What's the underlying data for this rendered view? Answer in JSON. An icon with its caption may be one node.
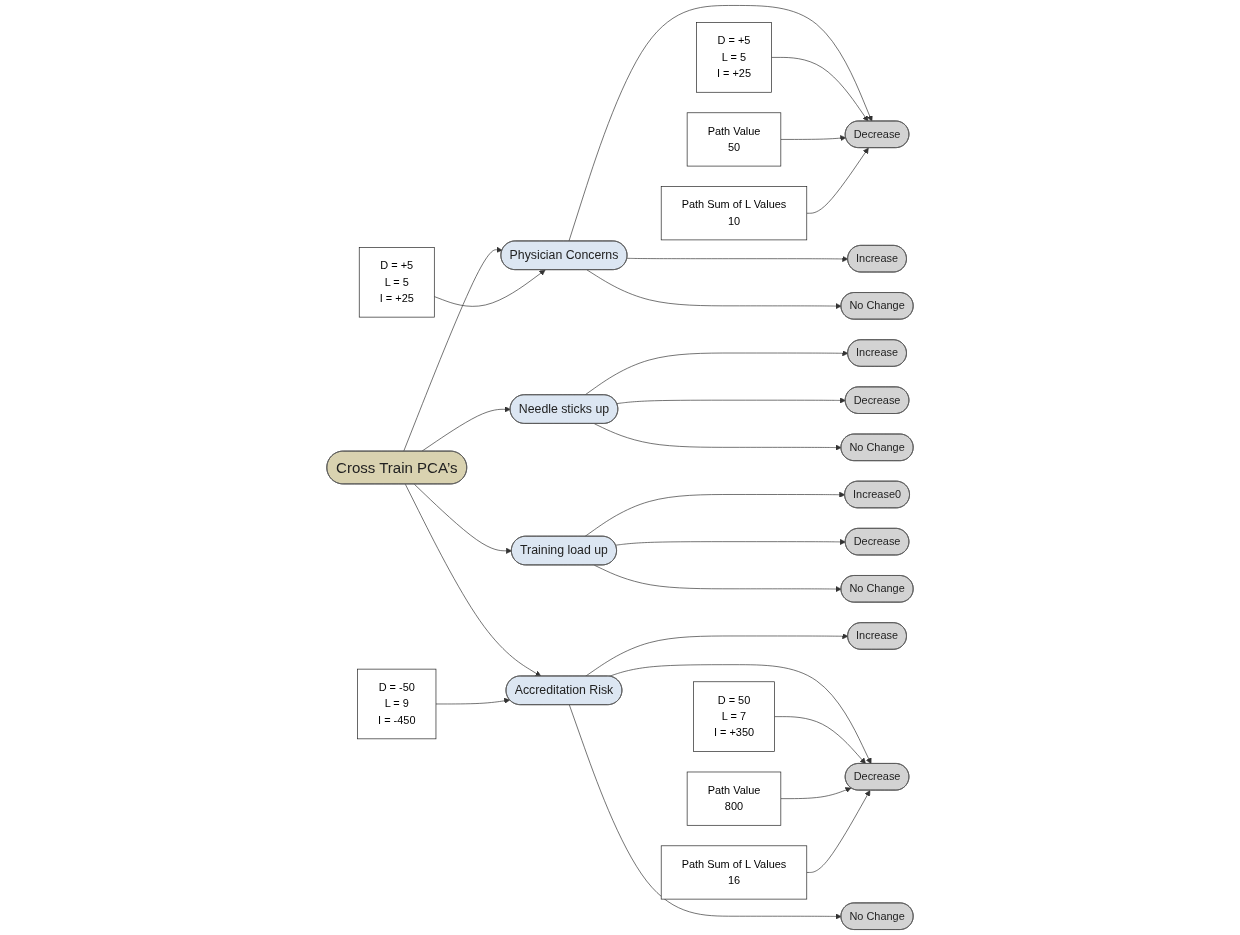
{
  "diagram": {
    "nodes": [
      {
        "text": [
          "Cross Train PCA’s"
        ]
      },
      {
        "text": [
          "Physician Concerns"
        ]
      },
      {
        "text": [
          "Needle sticks up"
        ]
      },
      {
        "text": [
          "Training load up"
        ]
      },
      {
        "text": [
          "Accreditation Risk"
        ]
      },
      {
        "text": [
          "Decrease"
        ]
      },
      {
        "text": [
          "Increase"
        ]
      },
      {
        "text": [
          "No Change"
        ]
      },
      {
        "text": [
          "D = +5",
          "L = 5",
          "I = +25"
        ]
      },
      {
        "text": [
          "Path Value",
          "50"
        ]
      },
      {
        "text": [
          "Path Sum of L Values",
          "10"
        ]
      },
      {
        "text": [
          "D = +5",
          "L = 5",
          "I = +25"
        ]
      },
      {
        "text": [
          "Increase"
        ]
      },
      {
        "text": [
          "Decrease"
        ]
      },
      {
        "text": [
          "No Change"
        ]
      },
      {
        "text": [
          "Increase0"
        ]
      },
      {
        "text": [
          "Decrease"
        ]
      },
      {
        "text": [
          "No Change"
        ]
      },
      {
        "text": [
          "D = -50",
          "L = 9",
          "I = -450"
        ]
      },
      {
        "text": [
          "Increase"
        ]
      },
      {
        "text": [
          "Decrease"
        ]
      },
      {
        "text": [
          "No Change"
        ]
      },
      {
        "text": [
          "D = 50",
          "L = 7",
          "I = +350"
        ]
      },
      {
        "text": [
          "Path Value",
          "800"
        ]
      },
      {
        "text": [
          "Path Sum of L Values",
          "16"
        ]
      }
    ],
    "edges": [
      {
        "from": 0,
        "to": 1,
        "arrow": "to"
      },
      {
        "from": 0,
        "to": 2,
        "arrow": "to"
      },
      {
        "from": 0,
        "to": 3,
        "arrow": "to"
      },
      {
        "from": 0,
        "to": 4,
        "arrow": "to"
      },
      {
        "from": 1,
        "to": 5,
        "arrow": "to"
      },
      {
        "from": 1,
        "to": 6,
        "arrow": "to"
      },
      {
        "from": 1,
        "to": 7,
        "arrow": "to"
      },
      {
        "from": 8,
        "to": 5,
        "arrow": "to"
      },
      {
        "from": 9,
        "to": 5,
        "arrow": "to"
      },
      {
        "from": 10,
        "to": 5,
        "arrow": "to"
      },
      {
        "from": 11,
        "to": 1,
        "arrow": "to"
      },
      {
        "from": 2,
        "to": 12,
        "arrow": "to"
      },
      {
        "from": 2,
        "to": 13,
        "arrow": "to"
      },
      {
        "from": 2,
        "to": 14,
        "arrow": "to"
      },
      {
        "from": 3,
        "to": 15,
        "arrow": "to"
      },
      {
        "from": 3,
        "to": 16,
        "arrow": "to"
      },
      {
        "from": 3,
        "to": 17,
        "arrow": "to"
      },
      {
        "from": 18,
        "to": 4,
        "arrow": "to"
      },
      {
        "from": 4,
        "to": 19,
        "arrow": "to"
      },
      {
        "from": 4,
        "to": 20,
        "arrow": "to"
      },
      {
        "from": 4,
        "to": 21,
        "arrow": "to"
      },
      {
        "from": 22,
        "to": 20,
        "arrow": "to"
      },
      {
        "from": 23,
        "to": 20,
        "arrow": "to"
      },
      {
        "from": 24,
        "to": 20,
        "arrow": "to"
      }
    ]
  }
}
